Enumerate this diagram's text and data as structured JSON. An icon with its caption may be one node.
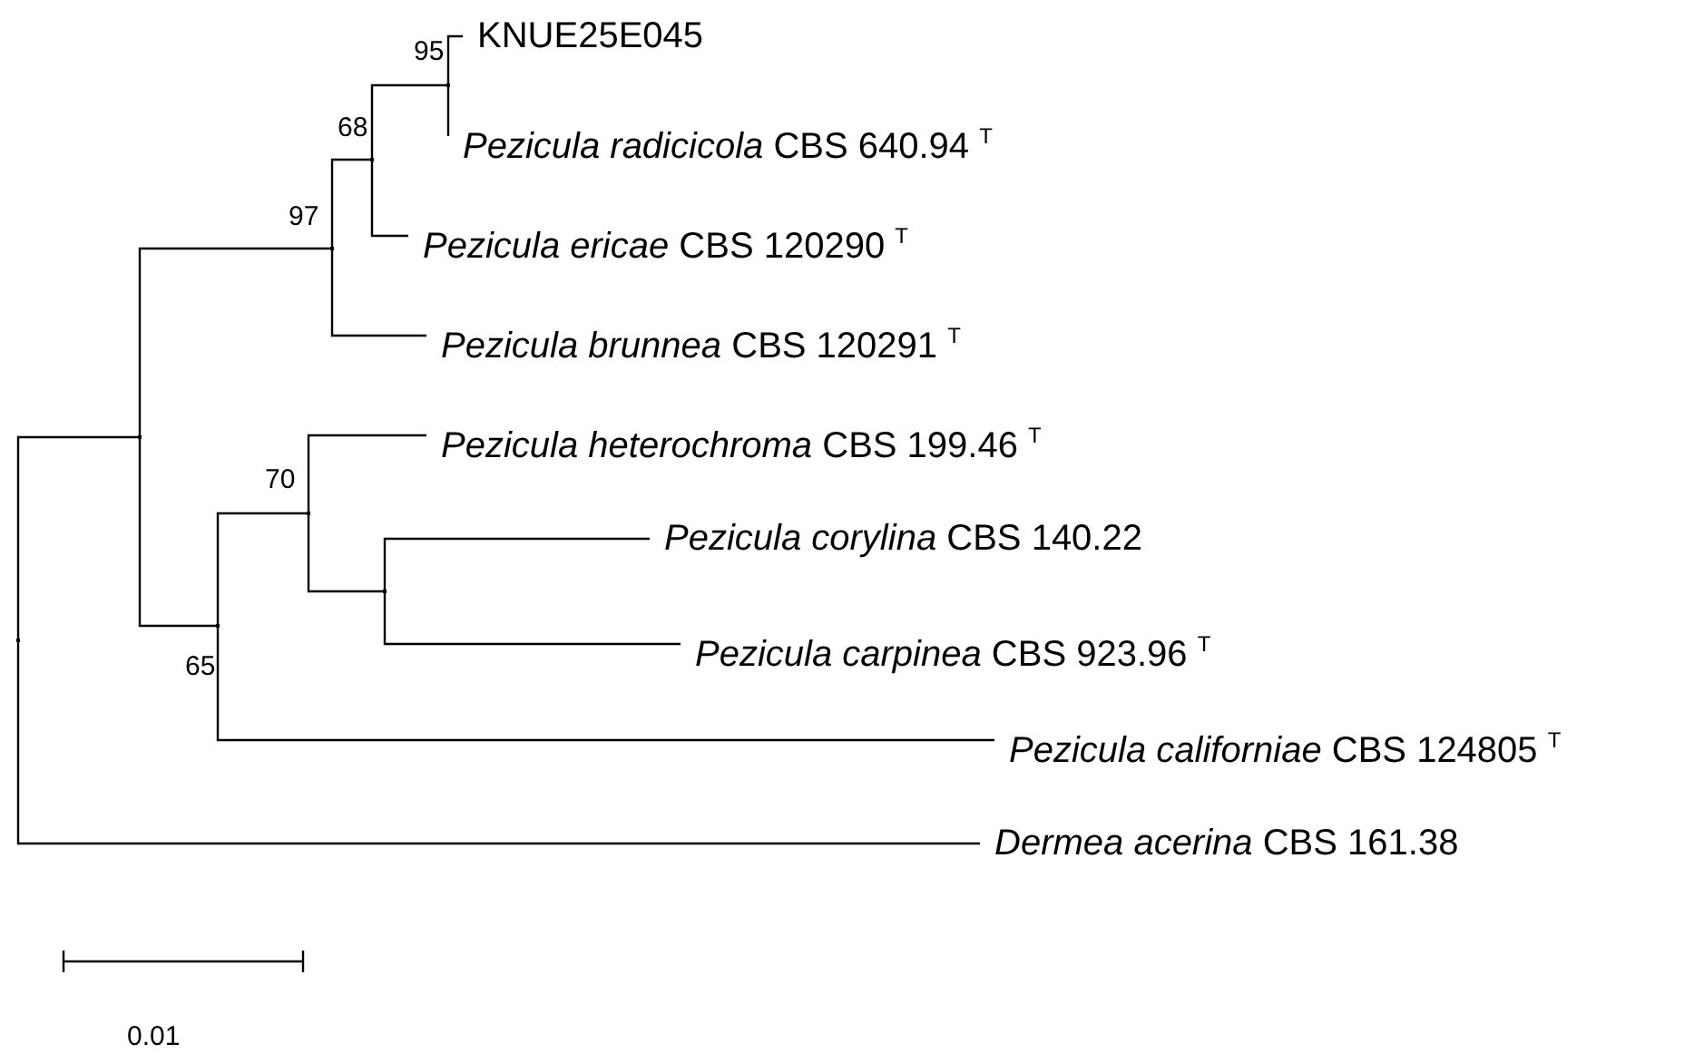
{
  "diagram": {
    "nodes": [
      {
        "text": [],
        "shape": "point"
      },
      {
        "text": [],
        "shape": "point"
      },
      {
        "text": [],
        "shape": "point",
        "beside": [
          "97"
        ]
      },
      {
        "text": [],
        "shape": "point",
        "beside": [
          "68"
        ]
      },
      {
        "text": [],
        "shape": "point",
        "beside": [
          "95"
        ]
      },
      {
        "text": [
          "KNUE25E045"
        ]
      },
      {
        "text": [
          "*Pezicula radicicola* CBS 640.94 $^{T}$"
        ]
      },
      {
        "text": [
          "*Pezicula ericae* CBS 120290 $^{T}$"
        ]
      },
      {
        "text": [
          "*Pezicula brunnea* CBS 120291 $^{T}$"
        ]
      },
      {
        "text": [],
        "shape": "point",
        "beside": [
          "65"
        ]
      },
      {
        "text": [],
        "shape": "point",
        "beside": [
          "70"
        ]
      },
      {
        "text": [
          "*Pezicula heterochroma* CBS 199.46 $^{T}$"
        ]
      },
      {
        "text": [],
        "shape": "point"
      },
      {
        "text": [
          "*Pezicula corylina* CBS 140.22"
        ]
      },
      {
        "text": [
          "*Pezicula carpinea* CBS 923.96 $^{T}$"
        ]
      },
      {
        "text": [
          "*Pezicula californiae* CBS 124805 $^{T}$"
        ]
      },
      {
        "text": [
          "*Dermea acerina* CBS 161.38"
        ]
      }
    ],
    "edges": [
      {
        "from": 0,
        "to": 1,
        "arrow": "none"
      },
      {
        "from": 1,
        "to": 2,
        "arrow": "none"
      },
      {
        "from": 2,
        "to": 3,
        "arrow": "none"
      },
      {
        "from": 3,
        "to": 4,
        "arrow": "none"
      },
      {
        "from": 4,
        "to": 5,
        "arrow": "none"
      },
      {
        "from": 4,
        "to": 6,
        "arrow": "none"
      },
      {
        "from": 3,
        "to": 7,
        "arrow": "none"
      },
      {
        "from": 2,
        "to": 8,
        "arrow": "none"
      },
      {
        "from": 1,
        "to": 9,
        "arrow": "none"
      },
      {
        "from": 9,
        "to": 10,
        "arrow": "none"
      },
      {
        "from": 10,
        "to": 11,
        "arrow": "none"
      },
      {
        "from": 10,
        "to": 12,
        "arrow": "none"
      },
      {
        "from": 12,
        "to": 13,
        "arrow": "none"
      },
      {
        "from": 12,
        "to": 14,
        "arrow": "none"
      },
      {
        "from": 9,
        "to": 15,
        "arrow": "none"
      },
      {
        "from": 0,
        "to": 16,
        "arrow": "none"
      }
    ],
    "labels": [
      "0.01"
    ]
  }
}
